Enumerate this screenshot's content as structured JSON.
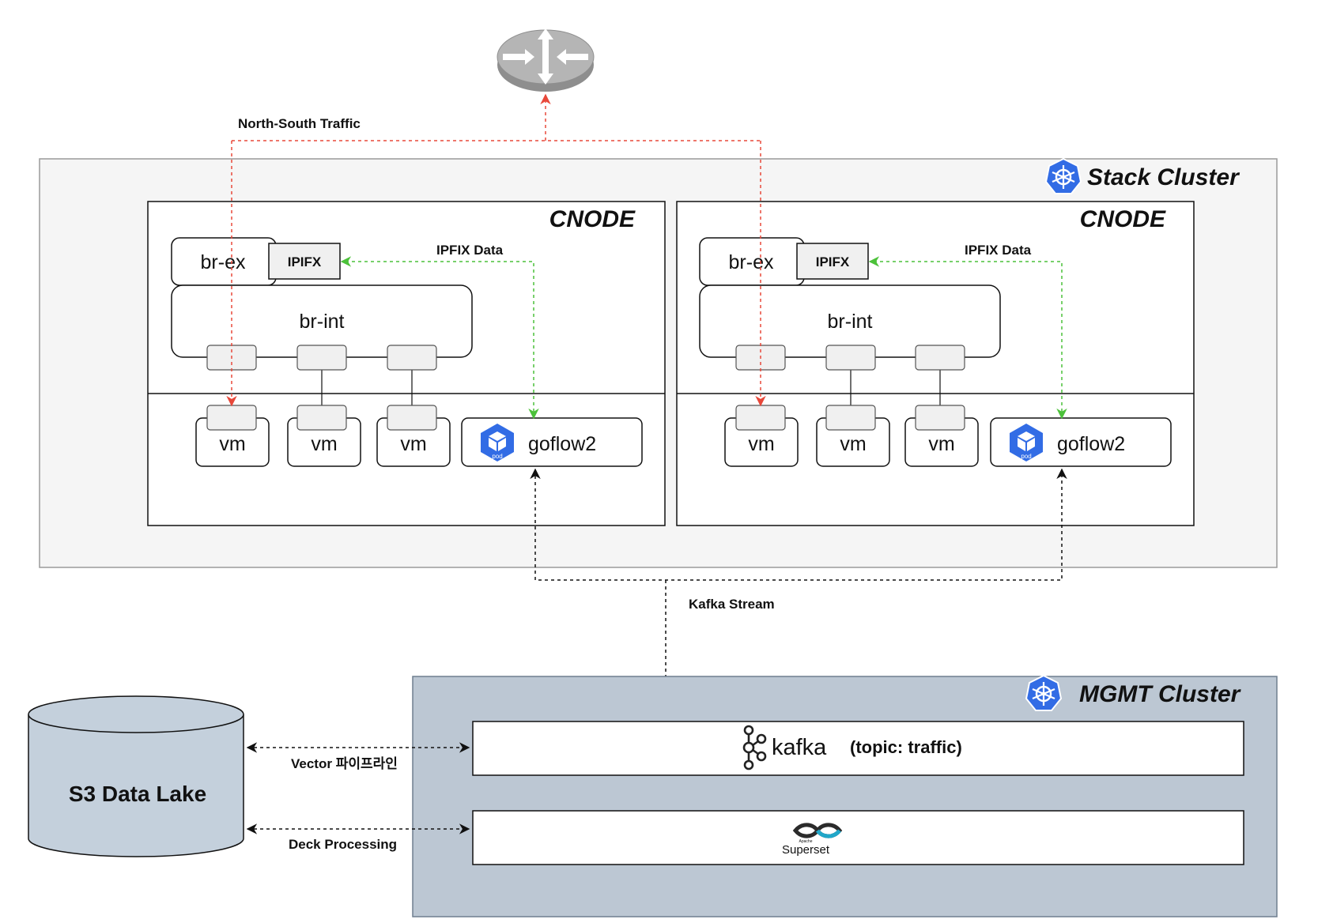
{
  "router": {
    "icon": "router-icon"
  },
  "labels": {
    "north_south": "North-South Traffic",
    "kafka_stream": "Kafka Stream",
    "vector_pipeline": "Vector 파이프라인",
    "deck_processing": "Deck Processing"
  },
  "stack_cluster": {
    "title": "Stack Cluster",
    "icon": "kubernetes-icon",
    "nodes": [
      {
        "title": "CNODE",
        "br_ex": "br-ex",
        "ipfix": "IPIFX",
        "ipfix_data": "IPFIX Data",
        "br_int": "br-int",
        "vms": [
          "vm",
          "vm",
          "vm"
        ],
        "goflow": "goflow2",
        "pod_label": "pod"
      },
      {
        "title": "CNODE",
        "br_ex": "br-ex",
        "ipfix": "IPIFX",
        "ipfix_data": "IPFIX Data",
        "br_int": "br-int",
        "vms": [
          "vm",
          "vm",
          "vm"
        ],
        "goflow": "goflow2",
        "pod_label": "pod"
      }
    ]
  },
  "mgmt_cluster": {
    "title": "MGMT Cluster",
    "icon": "kubernetes-icon",
    "kafka_name": "kafka",
    "kafka_topic": "(topic: traffic)",
    "superset_small": "Apache",
    "superset_name": "Superset"
  },
  "data_lake": {
    "label": "S3 Data Lake"
  },
  "colors": {
    "north_south_arrow": "#e8483a",
    "ipfix_arrow": "#4cc13a",
    "kafka_arrow": "#111111",
    "stack_bg": "#f5f5f5",
    "mgmt_bg": "#bcc7d3",
    "datalake_bg": "#c4d0dc",
    "k8s_blue": "#326ce5",
    "port_bg": "#f0f0f0"
  }
}
